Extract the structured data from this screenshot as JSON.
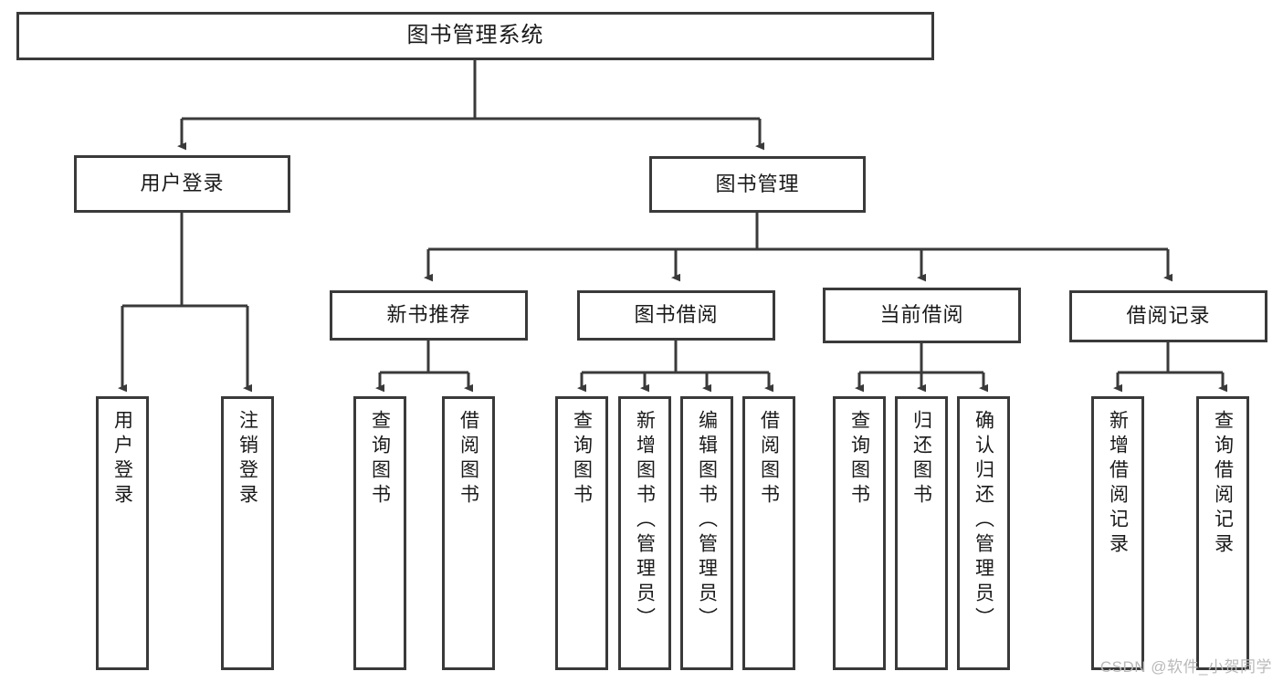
{
  "diagram": {
    "title": "图书管理系统",
    "type": "tree-hierarchy-diagram",
    "colors": {
      "stroke": "#3a3a3a",
      "fill": "#ffffff",
      "text": "#1a1a1a",
      "watermark": "#b9b9b9"
    },
    "watermark": "CSDN @软件_小贺同学",
    "nodes": {
      "root": {
        "label": "图书管理系统"
      },
      "level1": [
        {
          "id": "user-login",
          "label": "用户登录"
        },
        {
          "id": "book-manage",
          "label": "图书管理"
        }
      ],
      "level2": [
        {
          "id": "new-book-recommend",
          "label": "新书推荐"
        },
        {
          "id": "book-borrow",
          "label": "图书借阅"
        },
        {
          "id": "current-borrow",
          "label": "当前借阅"
        },
        {
          "id": "borrow-record",
          "label": "借阅记录"
        }
      ],
      "leaves": {
        "user_login": [
          {
            "id": "leaf-user-login",
            "label": "用户登录"
          },
          {
            "id": "leaf-user-logout",
            "label": "注销登录"
          }
        ],
        "new_book_recommend": [
          {
            "id": "leaf-query-book-1",
            "label": "查询图书"
          },
          {
            "id": "leaf-borrow-book-1",
            "label": "借阅图书"
          }
        ],
        "book_borrow": [
          {
            "id": "leaf-query-book-2",
            "label": "查询图书"
          },
          {
            "id": "leaf-add-book",
            "label": "新增图书（管理员）"
          },
          {
            "id": "leaf-edit-book",
            "label": "编辑图书（管理员）"
          },
          {
            "id": "leaf-borrow-book-2",
            "label": "借阅图书"
          }
        ],
        "current_borrow": [
          {
            "id": "leaf-query-book-3",
            "label": "查询图书"
          },
          {
            "id": "leaf-return-book",
            "label": "归还图书"
          },
          {
            "id": "leaf-confirm-return",
            "label": "确认归还（管理员）"
          }
        ],
        "borrow_record": [
          {
            "id": "leaf-add-record",
            "label": "新增借阅记录"
          },
          {
            "id": "leaf-query-record",
            "label": "查询借阅记录"
          }
        ]
      }
    }
  }
}
